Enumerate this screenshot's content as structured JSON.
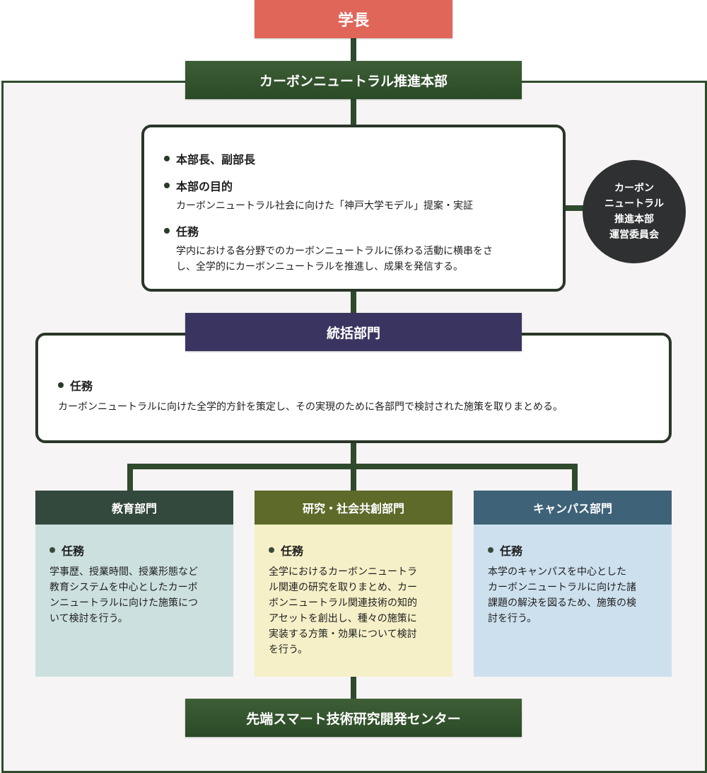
{
  "president": {
    "label": "学長",
    "color": "#e0665a"
  },
  "hq": {
    "title": "カーボンニュートラル推進本部"
  },
  "hq_card": {
    "item1": "本部長、副部長",
    "item2_title": "本部の目的",
    "item2_text": "カーボンニュートラル社会に向けた「神戸大学モデル」提案・実証",
    "item3_title": "任務",
    "item3_text_line1": "学内における各分野でのカーボンニュートラルに係わる活動に横串をさ",
    "item3_text_line2": "し、全学的にカーボンニュートラルを推進し、成果を発信する。"
  },
  "committee": {
    "lines": [
      "カーボン",
      "ニュートラル",
      "推進本部",
      "運営委員会"
    ]
  },
  "general": {
    "title": "統括部門",
    "color": "#3a3560",
    "task_title": "任務",
    "task_text": "カーボンニュートラルに向けた全学的方針を策定し、その実現のために各部門で検討された施策を取りまとめる。"
  },
  "departments": [
    {
      "title": "教育部門",
      "head_color": "#33493e",
      "body_color": "#cde0e0",
      "task_title": "任務",
      "lines": [
        "学事歴、授業時間、授業形態など",
        "教育システムを中心としたカーボ",
        "ンニュートラルに向けた施策につ",
        "いて検討を行う。"
      ]
    },
    {
      "title": "研究・社会共創部門",
      "head_color": "#5d6a2a",
      "body_color": "#f6f0c8",
      "task_title": "任務",
      "lines": [
        "全学におけるカーボンニュートラ",
        "ル関連の研究を取りまとめ、カー",
        "ボンニュートラル関連技術の知的",
        "アセットを創出し、種々の施策に",
        "実装する方策・効果について検討",
        "を行う。"
      ]
    },
    {
      "title": "キャンパス部門",
      "head_color": "#3e6278",
      "body_color": "#cde0ee",
      "task_title": "任務",
      "lines": [
        "本学のキャンパスを中心とした",
        "カーボンニュートラルに向けた諸",
        "課題の解決を図るため、施策の検",
        "討を行う。"
      ]
    }
  ],
  "center": {
    "title": "先端スマート技術研究開発センター"
  }
}
